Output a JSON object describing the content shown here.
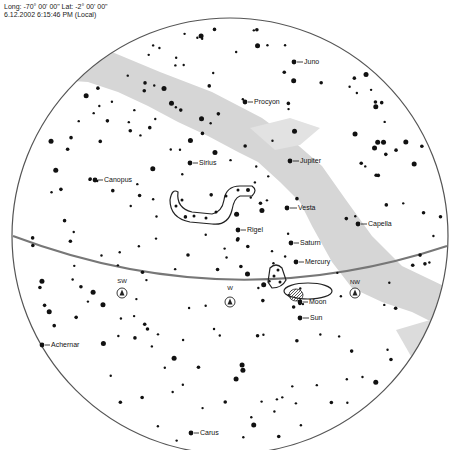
{
  "diagram": {
    "labels": [
      "Long: -70° 00' 00\" Lat: -2° 00' 00\"",
      "6.12.2002 6:15:46 PM (Local)",
      "Juno",
      "Procyon",
      "Jupiter",
      "Sirius",
      "Canopus",
      "Vesta",
      "Capella",
      "Rigel",
      "Saturn",
      "Mercury",
      "SW",
      "W",
      "NW",
      "Moon",
      "Sun",
      "Achernar",
      "Carus"
    ]
  }
}
